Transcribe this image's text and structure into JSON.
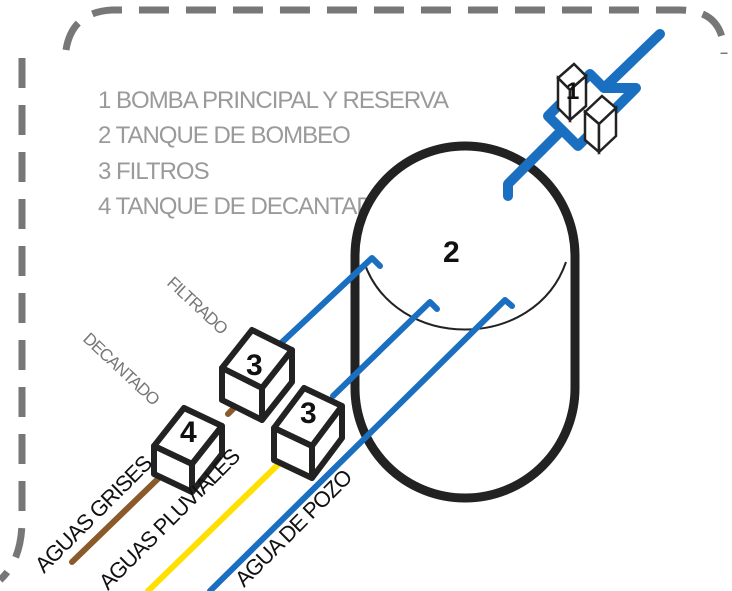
{
  "legend": [
    "1 BOMBA PRINCIPAL Y RESERVA",
    "2  TANQUE DE BOMBEO",
    "3 FILTROS",
    "4 TANQUE DE DECANTADO"
  ],
  "components": {
    "pump_number": "1",
    "tank_number": "2",
    "filter_upper_number": "3",
    "filter_lower_number": "3",
    "decant_number": "4"
  },
  "labels": {
    "filtrado": "FILTRADO",
    "decantado": "DECANTADO",
    "aguas_grises": "AGUAS GRISES",
    "aguas_pluviales": "AGUAS PLUVIALES",
    "agua_de_pozo": "AGUA DE POZO"
  },
  "colors": {
    "pipe_blue": "#1a6fc0",
    "grey_water_brown": "#8b5a2b",
    "rain_water_yellow": "#ffe000",
    "boundary_grey": "#777777",
    "outline_black": "#222222"
  }
}
